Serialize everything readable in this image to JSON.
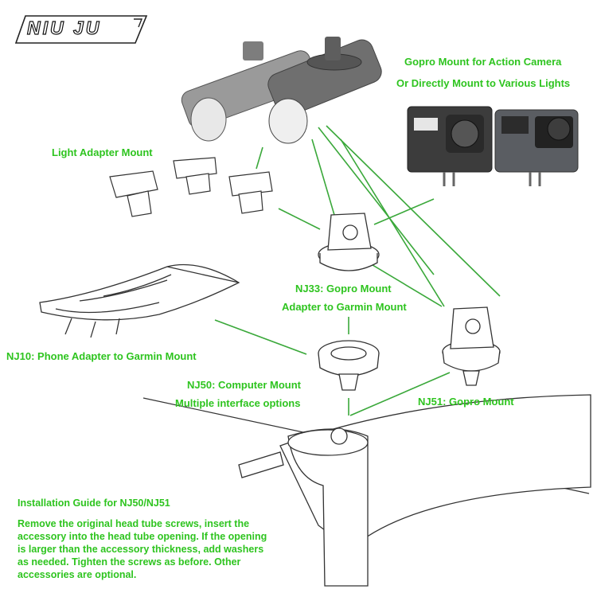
{
  "brand": {
    "logo_text": "NIU JU"
  },
  "labels": {
    "gopro_action_line1": "Gopro Mount for Action Camera",
    "gopro_action_line2": "Or Directly Mount to Various Lights",
    "light_adapter": "Light Adapter Mount",
    "nj33_line1": "NJ33: Gopro Mount",
    "nj33_line2": "Adapter to Garmin Mount",
    "nj10": "NJ10: Phone Adapter to Garmin Mount",
    "nj50_line1": "NJ50: Computer Mount",
    "nj50_line2": "Multiple interface options",
    "nj51": "NJ51: Gopro Mount"
  },
  "installation": {
    "title": "Installation Guide for NJ50/NJ51",
    "lines": [
      "Remove the original head tube screws, insert the",
      "accessory into the head tube opening. If the opening",
      "is larger than the accessory thickness, add washers",
      "as needed. Tighten the screws as before. Other",
      "accessories are optional."
    ]
  },
  "colors": {
    "label_green": "#2ec41f",
    "line_green": "#3aa83a",
    "outline": "#333333"
  }
}
